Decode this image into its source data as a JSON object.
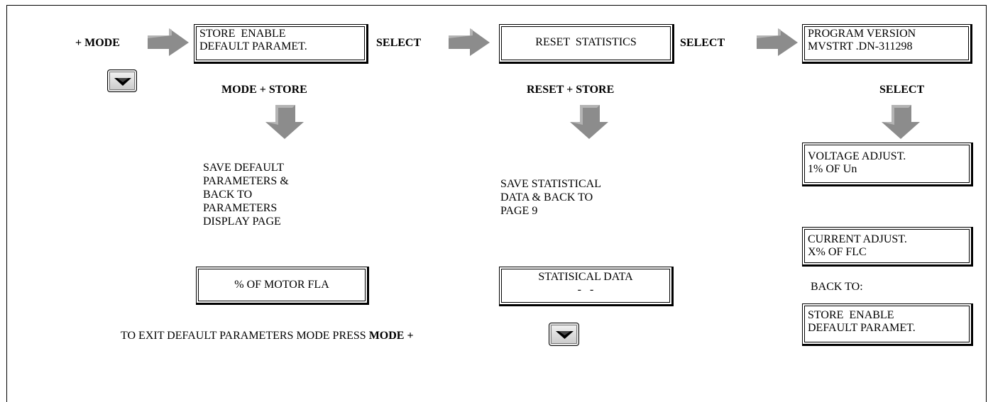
{
  "top_row": {
    "mode_label": "+ MODE",
    "select_1": "SELECT",
    "select_2": "SELECT",
    "box_store_enable": [
      "STORE  ENABLE",
      "DEFAULT PARAMET."
    ],
    "box_reset_statistics": [
      "RESET  STATISTICS"
    ],
    "box_program_version": [
      "PROGRAM VERSION",
      "MVSTRT .DN-311298"
    ]
  },
  "column_1": {
    "heading": "MODE + STORE",
    "description": "SAVE DEFAULT\nPARAMETERS &\nBACK TO\nPARAMETERS\nDISPLAY PAGE",
    "result_box": [
      "% OF MOTOR FLA"
    ]
  },
  "column_2": {
    "heading": "RESET + STORE",
    "description": "SAVE STATISTICAL\nDATA & BACK TO\nPAGE  9",
    "result_box": [
      "STATISICAL DATA",
      "-   -"
    ]
  },
  "column_3": {
    "heading": "SELECT",
    "voltage_box": [
      "VOLTAGE ADJUST.",
      "1% OF Un"
    ],
    "current_box": [
      "CURRENT ADJUST.",
      "X% OF FLC"
    ],
    "back_to_label": "BACK TO:",
    "store_enable_box": [
      "STORE  ENABLE",
      "DEFAULT PARAMET."
    ]
  },
  "footer": {
    "exit_text": "TO EXIT DEFAULT PARAMETERS MODE PRESS ",
    "exit_bold": "MODE +"
  },
  "icons": {
    "arrow": "right-arrow-icon",
    "down_arrow": "down-arrow-icon",
    "key": "down-key-icon"
  },
  "colors": {
    "arrow_fill": "#8c8c8c",
    "arrow_top": "#b4b4b4"
  }
}
